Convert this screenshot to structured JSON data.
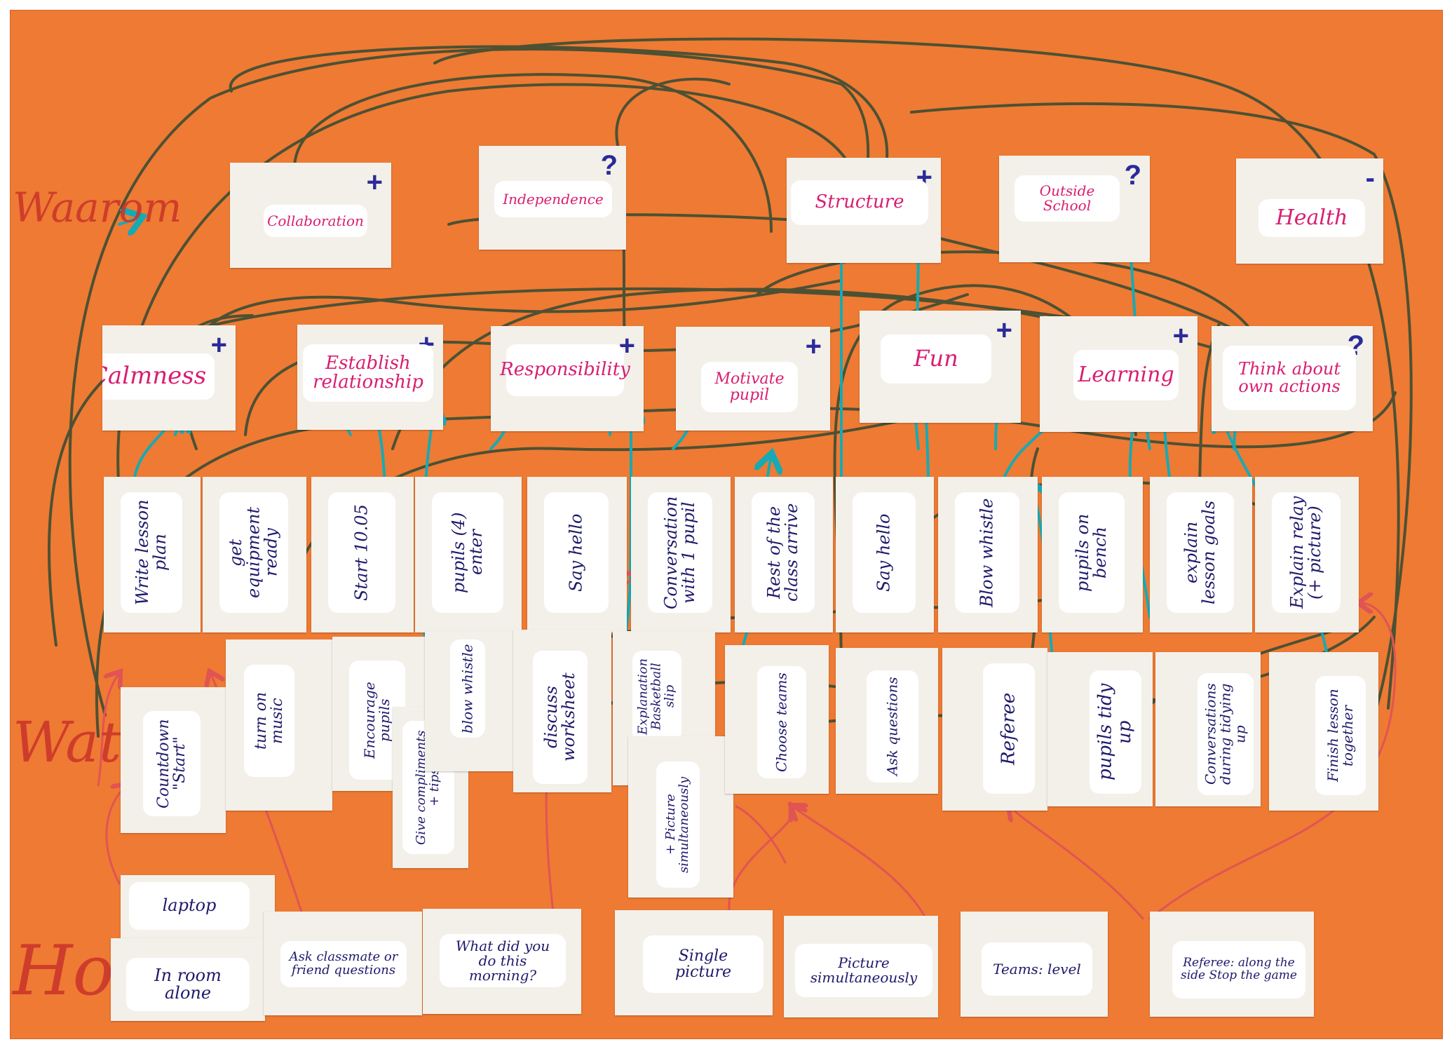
{
  "colors": {
    "board": "#ef7a33",
    "note": "#f3f0e9",
    "label": "#ffffff",
    "goal_text": "#d81e72",
    "activity_text": "#1f1a6b",
    "line_dark": "#3c4d33",
    "arrow_teal": "#17aab4",
    "arrow_red": "#e05454"
  },
  "row_labels": {
    "why": "Waarom",
    "what": "Wat",
    "how": "Hoe"
  },
  "goals_top": [
    {
      "text": "Collaboration",
      "sign": "+"
    },
    {
      "text": "Independence",
      "sign": "?"
    },
    {
      "text": "Structure",
      "sign": "+"
    },
    {
      "text": "Outside School",
      "sign": "?"
    },
    {
      "text": "Health",
      "sign": "-"
    }
  ],
  "goals_mid": [
    {
      "text": "Calmness",
      "sign": "+"
    },
    {
      "text": "Establish relationship",
      "sign": "+"
    },
    {
      "text": "Responsibility",
      "sign": "+"
    },
    {
      "text": "Motivate pupil",
      "sign": "+"
    },
    {
      "text": "Fun",
      "sign": "+"
    },
    {
      "text": "Learning",
      "sign": "+"
    },
    {
      "text": "Think about own actions",
      "sign": "?"
    }
  ],
  "activities_row1": [
    "Write lesson plan",
    "get equipment ready",
    "Start 10.05",
    "pupils (4) enter",
    "Say hello",
    "Conversation with 1 pupil",
    "Rest of the class arrive",
    "Say hello",
    "Blow whistle",
    "pupils on bench",
    "explain lesson goals",
    "Explain relay (+ picture)"
  ],
  "activities_row2": [
    "Countdown \"Start\"",
    "turn on music",
    "Encourage pupils",
    "Give compliments + tips",
    "blow whistle",
    "discuss worksheet",
    "Explanation Basketball slip",
    "+ Picture simultaneously",
    "Choose teams",
    "Ask questions",
    "Referee",
    "pupils tidy up",
    "Conversations during tidying up",
    "Finish lesson together"
  ],
  "how_items": [
    "laptop",
    "In room alone",
    "Ask classmate or friend questions",
    "What did you do this morning?",
    "Single picture",
    "Picture simultaneously",
    "Teams: level",
    "Referee: along the side Stop the game"
  ]
}
